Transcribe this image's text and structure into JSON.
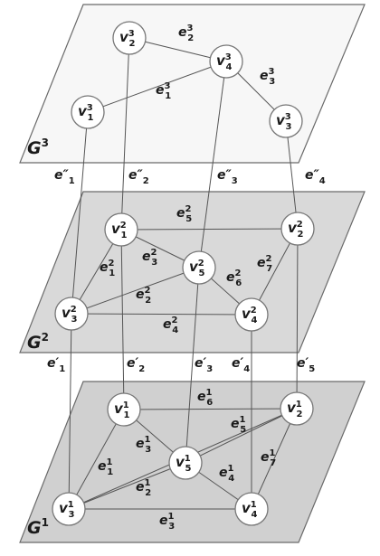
{
  "planes": [
    {
      "id": "G3",
      "label": "G",
      "sup": "3",
      "shade": "#f7f7f7"
    },
    {
      "id": "G2",
      "label": "G",
      "sup": "2",
      "shade": "#d9d9d9"
    },
    {
      "id": "G1",
      "label": "G",
      "sup": "1",
      "shade": "#d0d0d0"
    }
  ],
  "nodes": [
    {
      "id": "v2_3",
      "base": "v",
      "sub": "2",
      "sup": "3"
    },
    {
      "id": "v4_3",
      "base": "v",
      "sub": "4",
      "sup": "3"
    },
    {
      "id": "v1_3",
      "base": "v",
      "sub": "1",
      "sup": "3"
    },
    {
      "id": "v3_3",
      "base": "v",
      "sub": "3",
      "sup": "3"
    },
    {
      "id": "v1_2",
      "base": "v",
      "sub": "1",
      "sup": "2"
    },
    {
      "id": "v2_2",
      "base": "v",
      "sub": "2",
      "sup": "2"
    },
    {
      "id": "v5_2",
      "base": "v",
      "sub": "5",
      "sup": "2"
    },
    {
      "id": "v3_2",
      "base": "v",
      "sub": "3",
      "sup": "2"
    },
    {
      "id": "v4_2",
      "base": "v",
      "sub": "4",
      "sup": "2"
    },
    {
      "id": "v1_1",
      "base": "v",
      "sub": "1",
      "sup": "1"
    },
    {
      "id": "v2_1",
      "base": "v",
      "sub": "2",
      "sup": "1"
    },
    {
      "id": "v5_1",
      "base": "v",
      "sub": "5",
      "sup": "1"
    },
    {
      "id": "v3_1",
      "base": "v",
      "sub": "3",
      "sup": "1"
    },
    {
      "id": "v4_1",
      "base": "v",
      "sub": "4",
      "sup": "1"
    }
  ],
  "edges": [
    {
      "id": "e2_3",
      "from": "v2_3",
      "to": "v4_3",
      "base": "e",
      "sub": "2",
      "sup": "3"
    },
    {
      "id": "e1_3",
      "from": "v1_3",
      "to": "v4_3",
      "base": "e",
      "sub": "1",
      "sup": "3"
    },
    {
      "id": "e3_3",
      "from": "v4_3",
      "to": "v3_3",
      "base": "e",
      "sub": "3",
      "sup": "3"
    },
    {
      "id": "e5_2",
      "from": "v1_2",
      "to": "v2_2",
      "base": "e",
      "sub": "5",
      "sup": "2"
    },
    {
      "id": "e3_2",
      "from": "v1_2",
      "to": "v5_2",
      "base": "e",
      "sub": "3",
      "sup": "2"
    },
    {
      "id": "e1_2",
      "from": "v1_2",
      "to": "v3_2",
      "base": "e",
      "sub": "1",
      "sup": "2"
    },
    {
      "id": "e2_2",
      "from": "v3_2",
      "to": "v5_2",
      "base": "e",
      "sub": "2",
      "sup": "2"
    },
    {
      "id": "e4_2",
      "from": "v3_2",
      "to": "v4_2",
      "base": "e",
      "sub": "4",
      "sup": "2"
    },
    {
      "id": "e6_2",
      "from": "v5_2",
      "to": "v4_2",
      "base": "e",
      "sub": "6",
      "sup": "2"
    },
    {
      "id": "e7_2",
      "from": "v2_2",
      "to": "v4_2",
      "base": "e",
      "sub": "7",
      "sup": "2"
    },
    {
      "id": "e6_1",
      "from": "v1_1",
      "to": "v2_1",
      "base": "e",
      "sub": "6",
      "sup": "1"
    },
    {
      "id": "e3_1a",
      "from": "v1_1",
      "to": "v5_1",
      "base": "e",
      "sub": "3",
      "sup": "1"
    },
    {
      "id": "e1_1",
      "from": "v1_1",
      "to": "v3_1",
      "base": "e",
      "sub": "1",
      "sup": "1"
    },
    {
      "id": "e5_1",
      "from": "v5_1",
      "to": "v2_1",
      "base": "e",
      "sub": "5",
      "sup": "1"
    },
    {
      "id": "e2_1",
      "from": "v3_1",
      "to": "v5_1",
      "base": "e",
      "sub": "2",
      "sup": "1"
    },
    {
      "id": "e4_1",
      "from": "v5_1",
      "to": "v4_1",
      "base": "e",
      "sub": "4",
      "sup": "1"
    },
    {
      "id": "e7_1",
      "from": "v2_1",
      "to": "v4_1",
      "base": "e",
      "sub": "7",
      "sup": "1"
    },
    {
      "id": "e3_1b",
      "from": "v3_1",
      "to": "v4_1",
      "base": "e",
      "sub": "3",
      "sup": "1"
    },
    {
      "id": "e_x1",
      "from": "v3_1",
      "to": "v2_1",
      "base": "",
      "sub": "",
      "sup": ""
    }
  ],
  "interlayer": [
    {
      "id": "epp1",
      "from": "v1_3",
      "to": "v3_2",
      "label": "e″",
      "sub": "1"
    },
    {
      "id": "epp2",
      "from": "v2_3",
      "to": "v1_2",
      "label": "e″",
      "sub": "2"
    },
    {
      "id": "epp3",
      "from": "v4_3",
      "to": "v5_2",
      "label": "e″",
      "sub": "3"
    },
    {
      "id": "epp4",
      "from": "v3_3",
      "to": "v2_2",
      "label": "e″",
      "sub": "4"
    },
    {
      "id": "ep1",
      "from": "v3_2",
      "to": "v3_1",
      "label": "e′",
      "sub": "1"
    },
    {
      "id": "ep2",
      "from": "v1_2",
      "to": "v1_1",
      "label": "e′",
      "sub": "2"
    },
    {
      "id": "ep3",
      "from": "v5_2",
      "to": "v5_1",
      "label": "e′",
      "sub": "3"
    },
    {
      "id": "ep4",
      "from": "v4_2",
      "to": "v4_1",
      "label": "e′",
      "sub": "4"
    },
    {
      "id": "ep5",
      "from": "v2_2",
      "to": "v2_1",
      "label": "e′",
      "sub": "5"
    }
  ]
}
